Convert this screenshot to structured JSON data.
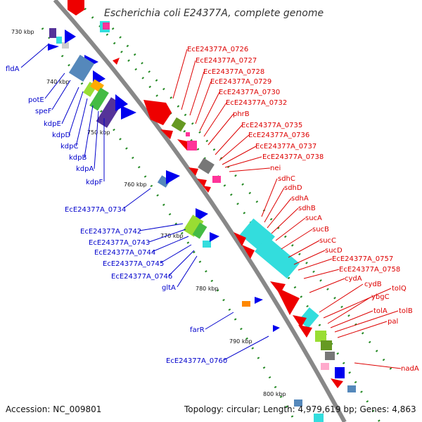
{
  "title": "Escherichia coli E24377A, complete genome",
  "footer": {
    "accession": "Accession: NC_009801",
    "summary": "Topology: circular; Length: 4,979,619 bp; Genes: 4,863"
  },
  "ticks": [
    "730 kbp",
    "740 kbp",
    "750 kbp",
    "760 kbp",
    "770 kbp",
    "780 kbp",
    "790 kbp",
    "800 kbp"
  ],
  "blue_labels": [
    "fldA",
    "potE",
    "speF",
    "kdpE",
    "kdpD",
    "kdpC",
    "kdpB",
    "kdpA",
    "kdpF",
    "EcE24377A_0734",
    "EcE24377A_0742",
    "EcE24377A_0743",
    "EcE24377A_0744",
    "EcE24377A_0745",
    "EcE24377A_0746",
    "gltA",
    "farR",
    "EcE24377A_0760"
  ],
  "red_labels": [
    "EcE24377A_0726",
    "EcE24377A_0727",
    "EcE24377A_0728",
    "EcE24377A_0729",
    "EcE24377A_0730",
    "EcE24377A_0732",
    "phrB",
    "EcE24377A_0735",
    "EcE24377A_0736",
    "EcE24377A_0737",
    "EcE24377A_0738",
    "nei",
    "sdhC",
    "sdhD",
    "sdhA",
    "sdhB",
    "sucA",
    "sucB",
    "sucC",
    "sucD",
    "EcE24377A_0757",
    "EcE24377A_0758",
    "cydA",
    "cydB",
    "tolQ",
    "ybgC",
    "tolA",
    "tolB",
    "pal",
    "nadA"
  ],
  "colors": {
    "forward": "#dd0000",
    "reverse": "#0000cc",
    "backbone": "#888888",
    "gc": "#228822",
    "cyan": "#33dddd",
    "steel": "#5588bb",
    "lime": "#99dd33",
    "magenta": "#ff3399",
    "purple": "#553399"
  }
}
